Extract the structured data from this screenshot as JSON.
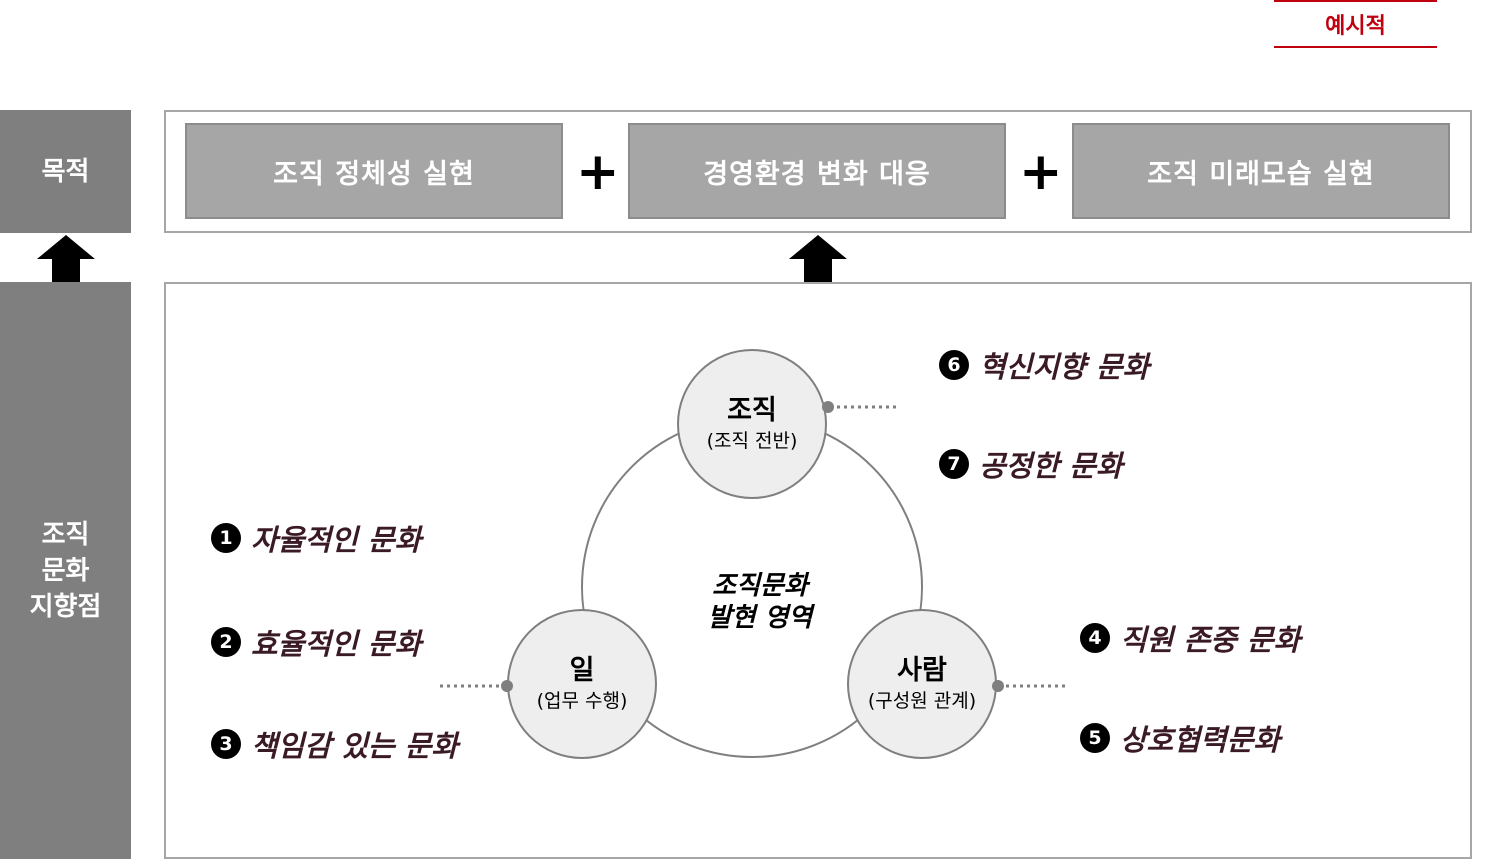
{
  "badge": "예시적",
  "purpose": {
    "label": "목적",
    "items": [
      "조직 정체성 실현",
      "경영환경 변화 대응",
      "조직 미래모습 실현"
    ],
    "plus": "+"
  },
  "direction": {
    "label_lines": [
      "조직",
      "문화",
      "지향점"
    ]
  },
  "diagram": {
    "center_lines": [
      "조직문화",
      "발현 영역"
    ],
    "nodes": {
      "org": {
        "title": "조직",
        "sub": "(조직 전반)"
      },
      "work": {
        "title": "일",
        "sub": "(업무 수행)"
      },
      "people": {
        "title": "사람",
        "sub": "(구성원 관계)"
      }
    }
  },
  "cultures": [
    {
      "num": "1",
      "label": "자율적인 문화"
    },
    {
      "num": "2",
      "label": "효율적인 문화"
    },
    {
      "num": "3",
      "label": "책임감 있는 문화"
    },
    {
      "num": "4",
      "label": "직원 존중 문화"
    },
    {
      "num": "5",
      "label": "상호협력문화"
    },
    {
      "num": "6",
      "label": "혁신지향 문화"
    },
    {
      "num": "7",
      "label": "공정한 문화"
    }
  ],
  "colors": {
    "accent": "#c0000f",
    "side_gray": "#7f7f7f",
    "box_gray": "#a6a6a6",
    "circle_fill": "#eeeeee",
    "culture_text": "#3a1a24"
  }
}
